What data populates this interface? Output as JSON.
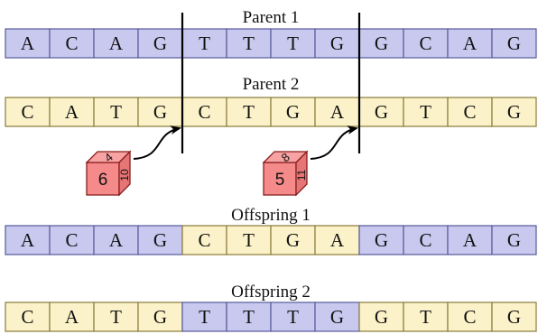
{
  "colors": {
    "parent1_fill": "#c9c8ef",
    "parent2_fill": "#fbf2c9",
    "cell_border": "#555a99",
    "cell_border_yellow": "#8a7a3a",
    "die_fill": "#f48a8a",
    "die_border": "#8a1f1f",
    "cut_line": "#000000"
  },
  "rows": [
    {
      "id": "parent-1",
      "label": "Parent 1",
      "cells": [
        {
          "base": "A",
          "origin": "p1"
        },
        {
          "base": "C",
          "origin": "p1"
        },
        {
          "base": "A",
          "origin": "p1"
        },
        {
          "base": "G",
          "origin": "p1"
        },
        {
          "base": "T",
          "origin": "p1"
        },
        {
          "base": "T",
          "origin": "p1"
        },
        {
          "base": "T",
          "origin": "p1"
        },
        {
          "base": "G",
          "origin": "p1"
        },
        {
          "base": "G",
          "origin": "p1"
        },
        {
          "base": "C",
          "origin": "p1"
        },
        {
          "base": "A",
          "origin": "p1"
        },
        {
          "base": "G",
          "origin": "p1"
        }
      ]
    },
    {
      "id": "parent-2",
      "label": "Parent 2",
      "cells": [
        {
          "base": "C",
          "origin": "p2"
        },
        {
          "base": "A",
          "origin": "p2"
        },
        {
          "base": "T",
          "origin": "p2"
        },
        {
          "base": "G",
          "origin": "p2"
        },
        {
          "base": "C",
          "origin": "p2"
        },
        {
          "base": "T",
          "origin": "p2"
        },
        {
          "base": "G",
          "origin": "p2"
        },
        {
          "base": "A",
          "origin": "p2"
        },
        {
          "base": "G",
          "origin": "p2"
        },
        {
          "base": "T",
          "origin": "p2"
        },
        {
          "base": "C",
          "origin": "p2"
        },
        {
          "base": "G",
          "origin": "p2"
        }
      ]
    },
    {
      "id": "offspring-1",
      "label": "Offspring 1",
      "cells": [
        {
          "base": "A",
          "origin": "p1"
        },
        {
          "base": "C",
          "origin": "p1"
        },
        {
          "base": "A",
          "origin": "p1"
        },
        {
          "base": "G",
          "origin": "p1"
        },
        {
          "base": "C",
          "origin": "p2"
        },
        {
          "base": "T",
          "origin": "p2"
        },
        {
          "base": "G",
          "origin": "p2"
        },
        {
          "base": "A",
          "origin": "p2"
        },
        {
          "base": "G",
          "origin": "p1"
        },
        {
          "base": "C",
          "origin": "p1"
        },
        {
          "base": "A",
          "origin": "p1"
        },
        {
          "base": "G",
          "origin": "p1"
        }
      ]
    },
    {
      "id": "offspring-2",
      "label": "Offspring 2",
      "cells": [
        {
          "base": "C",
          "origin": "p2"
        },
        {
          "base": "A",
          "origin": "p2"
        },
        {
          "base": "T",
          "origin": "p2"
        },
        {
          "base": "G",
          "origin": "p2"
        },
        {
          "base": "T",
          "origin": "p1"
        },
        {
          "base": "T",
          "origin": "p1"
        },
        {
          "base": "T",
          "origin": "p1"
        },
        {
          "base": "G",
          "origin": "p1"
        },
        {
          "base": "G",
          "origin": "p2"
        },
        {
          "base": "T",
          "origin": "p2"
        },
        {
          "base": "C",
          "origin": "p2"
        },
        {
          "base": "G",
          "origin": "p2"
        }
      ]
    }
  ],
  "crossover_points": [
    4,
    8
  ],
  "dice": [
    {
      "id": "die-1",
      "front": "6",
      "top": "4",
      "side": "10"
    },
    {
      "id": "die-2",
      "front": "5",
      "top": "8",
      "side": "11"
    }
  ]
}
